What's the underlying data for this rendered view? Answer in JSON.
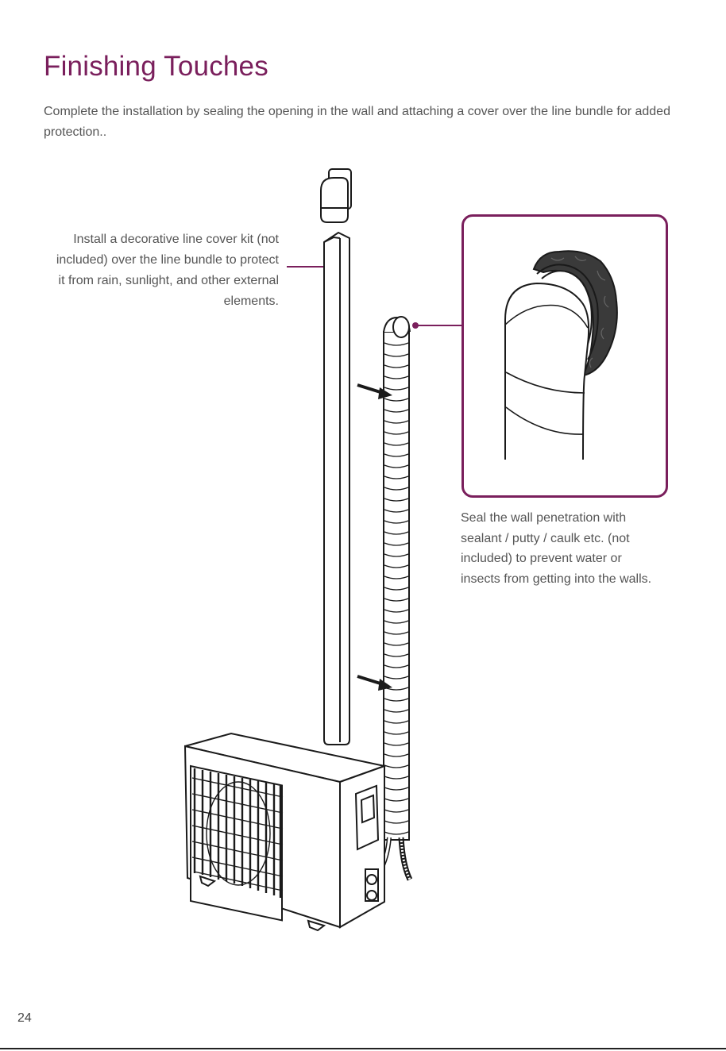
{
  "page": {
    "title": "Finishing Touches",
    "intro": "Complete the installation by sealing the opening in the wall and attaching a cover over the line bundle for added protection..",
    "page_number": "24"
  },
  "callouts": {
    "line_cover": "Install a decorative line cover kit (not included) over the line bundle to protect it from rain, sunlight, and other external elements.",
    "seal": "Seal the wall penetration with sealant / putty / caulk etc. (not included) to prevent water or insects from getting into the walls."
  },
  "colors": {
    "accent": "#7a1f5c",
    "body_text": "#555555"
  }
}
